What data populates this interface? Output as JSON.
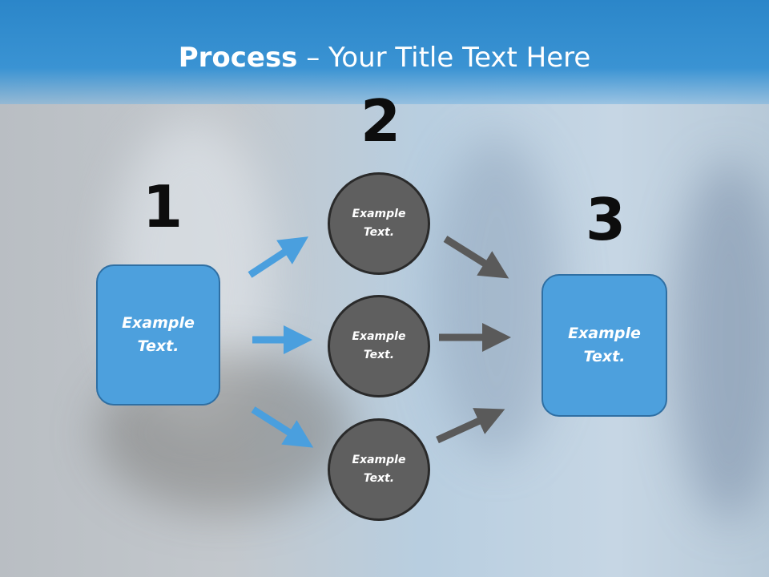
{
  "title": {
    "bold": "Process",
    "rest": " – Your Title Text Here"
  },
  "steps": {
    "one": "1",
    "two": "2",
    "three": "3"
  },
  "left_box": {
    "text": "Example\nText."
  },
  "circles": [
    {
      "text": "Example\nText."
    },
    {
      "text": "Example\nText."
    },
    {
      "text": "Example\nText."
    }
  ],
  "right_box": {
    "text": "Example\nText."
  },
  "colors": {
    "accent": "#4da0dd",
    "title_bar": "#2b86c9",
    "circle": "#5f5f5f",
    "arrow_blue": "#4a9fde",
    "arrow_gray": "#5a5a5a"
  }
}
